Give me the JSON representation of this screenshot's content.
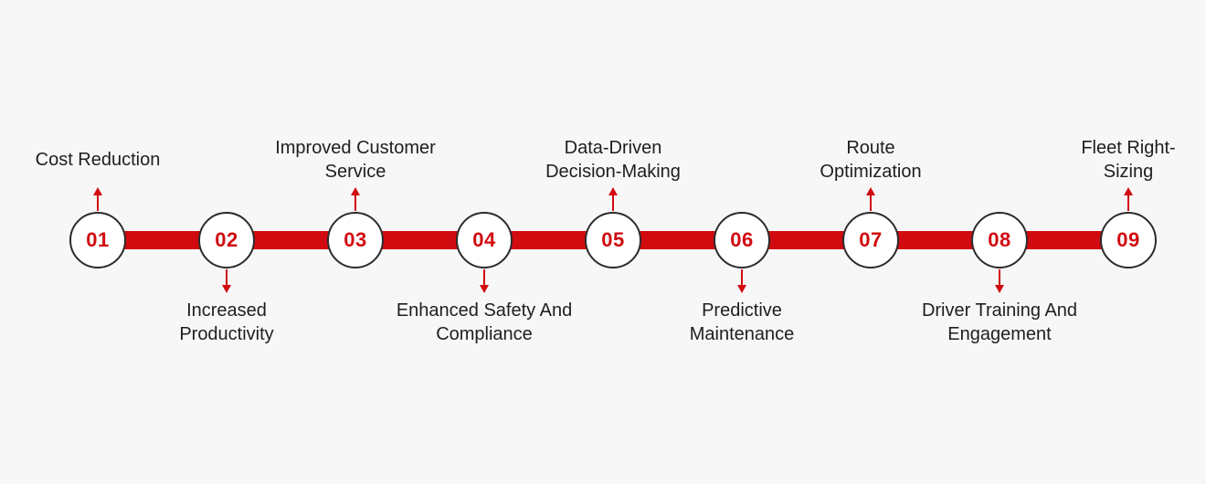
{
  "colors": {
    "accent": "#d10a10",
    "ring": "#2b2b2b",
    "text": "#1e1e1e",
    "background": "#f7f7f7"
  },
  "steps": [
    {
      "number": "01",
      "label_lines": [
        "Cost Reduction"
      ],
      "position": "top"
    },
    {
      "number": "02",
      "label_lines": [
        "Increased",
        "Productivity"
      ],
      "position": "bottom"
    },
    {
      "number": "03",
      "label_lines": [
        "Improved Customer",
        "Service"
      ],
      "position": "top"
    },
    {
      "number": "04",
      "label_lines": [
        "Enhanced Safety And",
        "Compliance"
      ],
      "position": "bottom"
    },
    {
      "number": "05",
      "label_lines": [
        "Data-Driven",
        "Decision-Making"
      ],
      "position": "top"
    },
    {
      "number": "06",
      "label_lines": [
        "Predictive",
        "Maintenance"
      ],
      "position": "bottom"
    },
    {
      "number": "07",
      "label_lines": [
        "Route",
        "Optimization"
      ],
      "position": "top"
    },
    {
      "number": "08",
      "label_lines": [
        "Driver Training And",
        "Engagement"
      ],
      "position": "bottom"
    },
    {
      "number": "09",
      "label_lines": [
        "Fleet Right-",
        "Sizing"
      ],
      "position": "top"
    }
  ]
}
